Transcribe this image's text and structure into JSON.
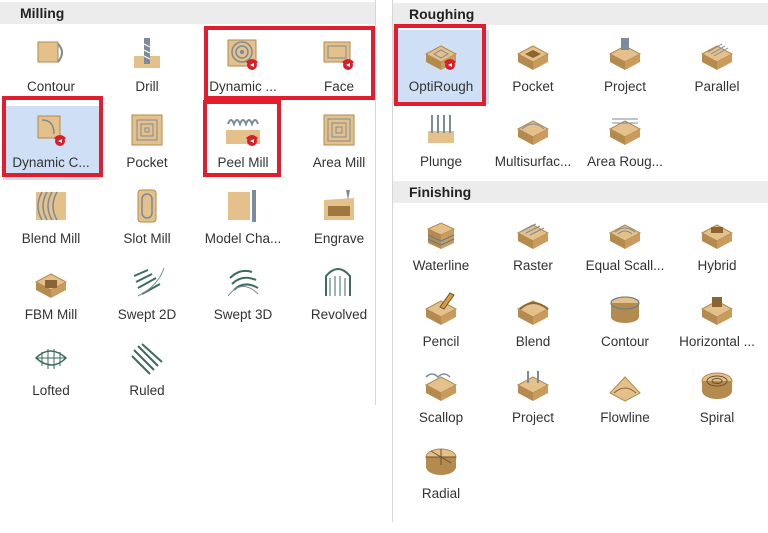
{
  "colors": {
    "wood": "#e4c08a",
    "wood_dark": "#b58a4e",
    "tool": "#7b8b99",
    "red_arrow": "#d71f2b",
    "highlight": "#e11d2e",
    "selected_bg": "#cfe0f6"
  },
  "milling": {
    "title": "Milling",
    "tools": [
      {
        "label": "Contour",
        "icon": "contour-2d-icon"
      },
      {
        "label": "Drill",
        "icon": "drill-icon"
      },
      {
        "label": "Dynamic ...",
        "icon": "dynamic-mill-icon"
      },
      {
        "label": "Face",
        "icon": "face-icon"
      },
      {
        "label": "Dynamic C...",
        "icon": "dynamic-contour-icon",
        "selected": true
      },
      {
        "label": "Pocket",
        "icon": "pocket-2d-icon"
      },
      {
        "label": "Peel Mill",
        "icon": "peel-mill-icon"
      },
      {
        "label": "Area Mill",
        "icon": "area-mill-icon"
      },
      {
        "label": "Blend Mill",
        "icon": "blend-mill-icon"
      },
      {
        "label": "Slot Mill",
        "icon": "slot-mill-icon"
      },
      {
        "label": "Model Cha...",
        "icon": "model-chamfer-icon"
      },
      {
        "label": "Engrave",
        "icon": "engrave-icon"
      },
      {
        "label": "FBM Mill",
        "icon": "fbm-mill-icon"
      },
      {
        "label": "Swept 2D",
        "icon": "swept-2d-icon"
      },
      {
        "label": "Swept 3D",
        "icon": "swept-3d-icon"
      },
      {
        "label": "Revolved",
        "icon": "revolved-icon"
      },
      {
        "label": "Lofted",
        "icon": "lofted-icon"
      },
      {
        "label": "Ruled",
        "icon": "ruled-icon"
      }
    ]
  },
  "roughing": {
    "title": "Roughing",
    "tools": [
      {
        "label": "OptiRough",
        "icon": "optirough-icon",
        "selected": true
      },
      {
        "label": "Pocket",
        "icon": "pocket-3d-icon"
      },
      {
        "label": "Project",
        "icon": "project-rough-icon"
      },
      {
        "label": "Parallel",
        "icon": "parallel-icon"
      },
      {
        "label": "Plunge",
        "icon": "plunge-icon"
      },
      {
        "label": "Multisurfac...",
        "icon": "multisurface-icon"
      },
      {
        "label": "Area Roug...",
        "icon": "area-rough-icon"
      }
    ]
  },
  "finishing": {
    "title": "Finishing",
    "tools": [
      {
        "label": "Waterline",
        "icon": "waterline-icon"
      },
      {
        "label": "Raster",
        "icon": "raster-icon"
      },
      {
        "label": "Equal Scall...",
        "icon": "equal-scallop-icon"
      },
      {
        "label": "Hybrid",
        "icon": "hybrid-icon"
      },
      {
        "label": "Pencil",
        "icon": "pencil-icon"
      },
      {
        "label": "Blend",
        "icon": "blend-icon"
      },
      {
        "label": "Contour",
        "icon": "contour-3d-icon"
      },
      {
        "label": "Horizontal ...",
        "icon": "horizontal-icon"
      },
      {
        "label": "Scallop",
        "icon": "scallop-icon"
      },
      {
        "label": "Project",
        "icon": "project-finish-icon"
      },
      {
        "label": "Flowline",
        "icon": "flowline-icon"
      },
      {
        "label": "Spiral",
        "icon": "spiral-icon"
      },
      {
        "label": "Radial",
        "icon": "radial-icon"
      }
    ]
  }
}
